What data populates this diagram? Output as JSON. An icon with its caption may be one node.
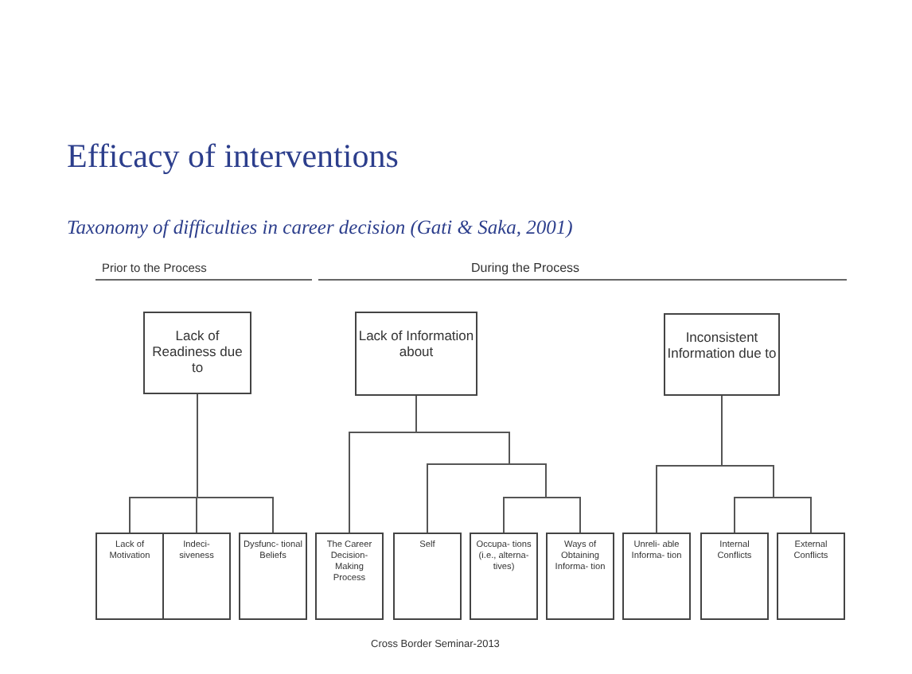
{
  "diagram": {
    "title": "Efficacy of interventions",
    "nodes": [
      {
        "text": [
          "Lack of Readiness due to"
        ]
      },
      {
        "text": [
          "Lack of Information about"
        ]
      },
      {
        "text": [
          "Inconsistent Information due to"
        ]
      },
      {
        "text": [
          "Lack of Motivation"
        ]
      },
      {
        "text": [
          "Indeci- siveness"
        ]
      },
      {
        "text": [
          "Dysfunc- tional Beliefs"
        ]
      },
      {
        "text": [
          "The Career Decision- Making Process"
        ]
      },
      {
        "text": [
          "Self"
        ]
      },
      {
        "text": [
          "Occupa- tions (i.e., alterna- tives)"
        ]
      },
      {
        "text": [
          "Ways of Obtaining Informa- tion"
        ]
      },
      {
        "text": [
          "Unreli- able Informa- tion"
        ]
      },
      {
        "text": [
          "Internal Conflicts"
        ]
      },
      {
        "text": [
          "External Conflicts"
        ]
      }
    ],
    "edges": [
      {
        "from": 0,
        "to": 3,
        "arrow": "none"
      },
      {
        "from": 0,
        "to": 4,
        "arrow": "none"
      },
      {
        "from": 0,
        "to": 5,
        "arrow": "none"
      },
      {
        "from": 1,
        "to": 6,
        "arrow": "none"
      },
      {
        "from": 1,
        "to": 7,
        "arrow": "none"
      },
      {
        "from": 1,
        "to": 8,
        "arrow": "none"
      },
      {
        "from": 1,
        "to": 9,
        "arrow": "none"
      },
      {
        "from": 2,
        "to": 10,
        "arrow": "none"
      },
      {
        "from": 2,
        "to": 11,
        "arrow": "none"
      },
      {
        "from": 2,
        "to": 12,
        "arrow": "none"
      }
    ],
    "labels": [
      "Taxonomy of difficulties in career decision (Gati & Saka, 2001)",
      "Prior to the Process",
      "During the Process",
      "Cross Border Seminar-2013"
    ]
  }
}
